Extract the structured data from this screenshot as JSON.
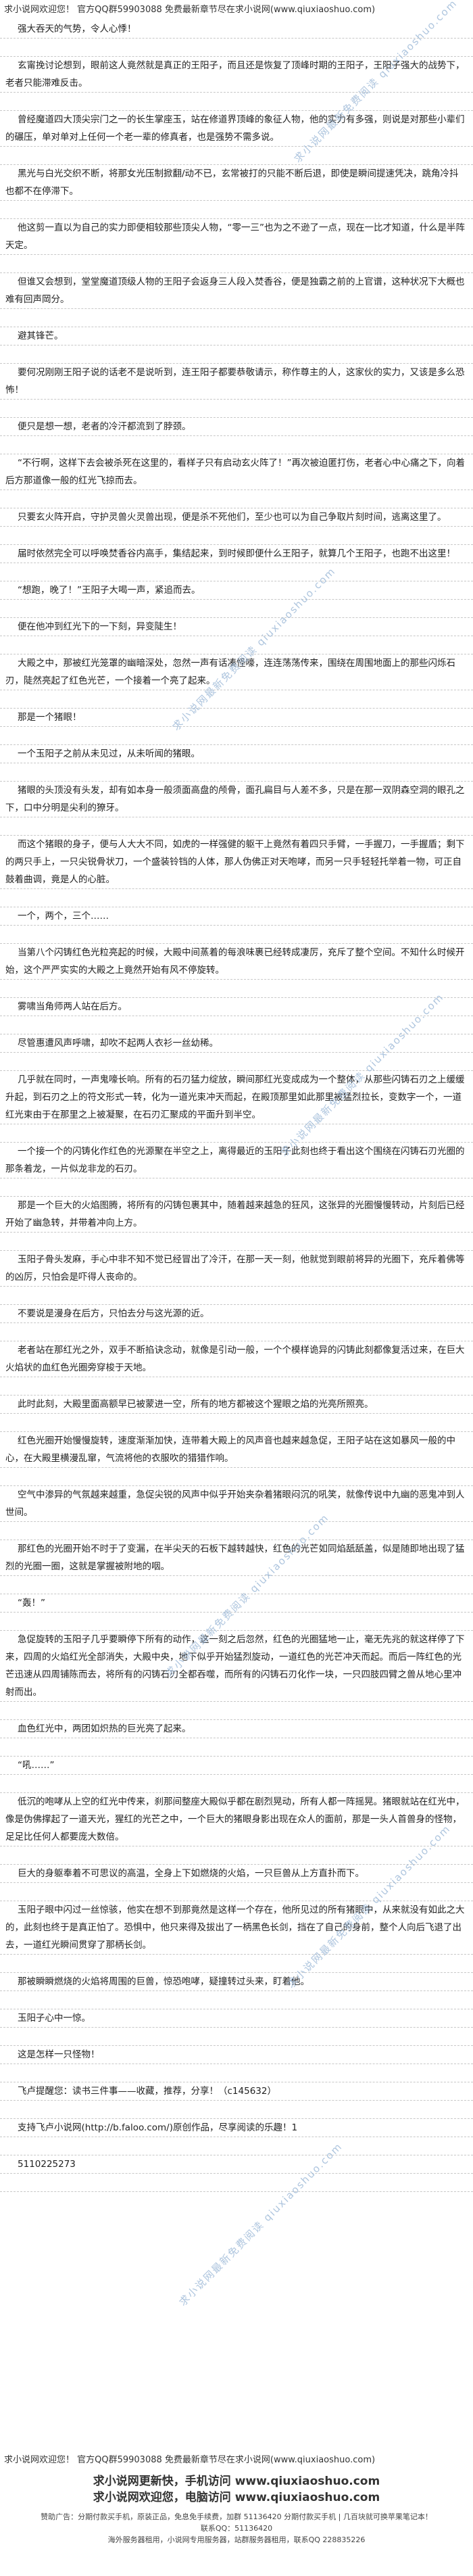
{
  "top_banner": "求小说网欢迎您！ 官方QQ群59903088 免费最新章节尽在求小说网(www.qiuxiaoshuo.com)",
  "paragraphs": [
    "强大吞天的气势，令人心悸！",
    "玄甯挽讨论想到，眼前这人竟然就是真正的王阳子，而且还是恢复了顶峰时期的王阳子，王阳子强大的战势下，老者只能滞难反击。",
    "曾经魔道四大顶尖宗门之一的长生掌座玉，站在修道界顶峰的象征人物，他的实力有多强，则说是对那些小辈们的碾压，单对单对上任何一个老一辈的修真者，也是强势不需多说。",
    "黑光与白光交织不断，将那女光压制掀翻/动不已，玄常被打的只能不断后退，即使是瞬间提速凭决，跳角冷抖也都不在停滞下。",
    "他这剪一直以为自己的实力即便相较那些顶尖人物，“零一三”也为之不逊了一点，现在一比才知道，什么是半阵天定。",
    "但谁又会想到，堂堂魔道顶级人物的王阳子会返身三人段入焚香谷，便是独霸之前的上官谱，这种状况下大概也难有回声岡分。",
    "避其锋芒。",
    "要何况刚刚王阳子说的话老不是说听到，连王阳子都要恭敬请示，称作尊主的人，这家伙的实力，又该是多么恐怖！",
    "便只是想一想，老者的冷汗都流到了脖颈。",
    "“不行啊，这样下去会被杀死在这里的，看样子只有启动玄火阵了！”再次被迫匿打伤，老者心中心痛之下，向着后方那道像一般的红光飞掠而去。",
    "只要玄火阵开启，守护灵兽火灵兽出现，便是杀不死他们，至少也可以为自己争取片刻时间，逃离这里了。",
    "届时依然完全可以呼唤焚香谷内高手，集结起来，到时候即便什么王阳子，就算几个王阳子，也跑不出这里！",
    "“想跑，晚了！”王阳子大喝一声，紧追而去。",
    "便在他冲到红光下的一下刻，异变陡生！",
    "大殿之中，那被红光笼罩的幽暗深处，忽然一声有话凑怪嚎，连连荡荡传来，围绕在周围地面上的那些闪烁石刃，陡然亮起了红色光芒，一个接着一个亮了起来。",
    "那是一个猪眼！",
    "一个玉阳子之前从未见过，从未听闻的猪眼。",
    "猪眼的头顶没有头发，却有如本身一般须面高盘的颅骨，面孔扁目与人差不多，只是在那一双阴森空洞的眼孔之下，口中分明是尖利的獠牙。",
    "而这个猪眼的身子，便与人大大不同，如虎的一样强健的躯干上竟然有着四只手臂，一手握刀，一手握盾；剩下的两只手上，一只尖锐骨状刀，一个盛装铃铛的人体，那人伪佛正对天咆哮，而另一只手轻轻托举着一物，可正自鼓着曲调，竟是人的心脏。",
    "一个，两个，三个……",
    "当第八个闪铸红色光粒亮起的时候，大殿中间蒸着的每浪味裹已经转成凄厉，充斥了整个空间。不知什么时候开始，这个严严实实的大殿之上竟然开始有风不停旋转。",
    "雾啸当角师两人站在后方。",
    "尽管惠遭风声呼啸，却吹不起两人衣衫一丝幼稀。",
    "几乎就在同时，一声鬼嚎长响。所有的石刃猛力绽放，瞬间那红光变成成为一个整体，从那些闪铸石刃之上缓缓升起，到石刃之上的符文形式一转，化为一道光束冲天而起，在殿顶那里如此那里被猛烈拉长，变数字一个，一道红光束由于在那里之上被凝聚，在石刃汇聚成的平面升到半空。",
    "一个接一个的闪铸化作红色的光源聚在半空之上，离得最近的玉阳子此刻也终于看出这个围绕在闪铸石刃光圈的那条着龙，一片似龙非龙的石刃。",
    "那是一个巨大的火焰图腾，将所有的闪铸包裹其中，随着越来越急的狂风，这张异的光圈慢慢转动，片刻后已经开始了幽急转，并带着冲向上方。",
    "玉阳子骨头发麻，手心中非不知不觉已经冒出了冷汗，在那一天一刻，他就觉到眼前将异的光圈下，充斥着佛等的凶厉，只怕会是吓得人丧命的。",
    "不要说是漫身在后方，只怕去分与这光源的近。",
    "老者站在那红光之外，双手不断掐诀念动，就像是引动一般，一个个模样诡异的闪铸此刻都像复活过来，在巨大火焰状的血红色光圈旁穿梭于天地。",
    "此时此刻，大殿里面高额早已被蒙进一空，所有的地方都被这个猩眼之焰的光亮所照亮。",
    "红色光圈开始慢慢旋转，速度渐渐加快，连带着大殿上的风声音也越来越急促，王阳子站在这如暴风一般的中心，在大殿里横漫乱窜，气流将他的衣服吹的猎猎作响。",
    "空气中渗异的气氛越来越重，急促尖锐的风声中似乎开始夹杂着猪眼闷沉的吼笑，就像传说中九幽的恶鬼冲到人世间。",
    "那红色的光圈开始不时于了变漏，在半尖天的石板下越转越快，红色的光芒如同焰舐舐盖，似是随即地出现了猛烈的光圈一圈，这就是掌握被附地的咽。",
    "“轰！”",
    "急促旋转的玉阳子几乎要瞬停下所有的动作，这一刻之后忽然，红色的光圈猛地一止，毫无先兆的就这样停了下来，四周的火焰红光全部消失，大殿中央，地下似乎开始猛烈旋动，一道红色的光芒冲天而起。而后一阵红色的光芒迅速从四周铺陈而去，将所有的闪铸石刃全都吞噬，而所有的闪铸石刃化作一块，一只四肢四臂之兽从地心里冲射而出。",
    "血色红光中，两团如炽热的巨光亮了起来。",
    "“吼……”",
    "低沉的咆哮从上空的红光中传来，刹那间整座大殿似乎都在剧烈晃动，所有人都一阵摇晃。猪眼就站在红光中，像是伪佛撑起了一道天光，猩红的光芒之中，一个巨大的猪眼身影出现在众人的面前，那是一头人首兽身的怪物，足足比任何人都要庞大数倍。",
    "巨大的身躯奉着不可思议的高温，全身上下如燃烧的火焰，一只巨兽从上方直扑而下。",
    "玉阳子眼中闪过一丝惊骇，他实在想不到那竟然是这样一个存在，他所见过的所有猪眼中，从来就没有如此之大的，此刻也终于是真正怕了。恐惧中，他只来得及拔出了一柄黑色长剑，挡在了自己的身前，整个人向后飞退了出去，一道红光瞬间贯穿了那柄长剑。",
    "那被瞬瞬燃烧的火焰将周围的巨兽，惊恐咆哮，疑撞转过头来，盯着他。",
    "玉阳子心中一惊。",
    "这是怎样一只怪物！",
    "飞卢提醒您：读书三件事——收藏，推荐，分享！（c145632）",
    "支持飞卢小说网(http://b.faloo.com/)原创作品，尽享阅读的乐趣！1",
    "5110225273"
  ],
  "watermark": "求小说网最新免费阅读 qiuxiaoshuo.com",
  "footer": {
    "line1": "求小说网欢迎您！ 官方QQ群59903088 免费最新章节尽在求小说网(www.qiuxiaoshuo.com)",
    "slogan1": "求小说网更新快，手机访问 www.qiuxiaoshuo.com",
    "slogan2": "求小说网欢迎您，电脑访问 www.qiuxiaoshuo.com",
    "notice1": "赞助广告：分期付款买手机，原装正品，免息免手续费，加群 51136420 分期付款买手机 | 几百块就可换苹果笔记本！",
    "notice2": "联系QQ：51136420",
    "notice3": "海外服务器租用，小说网专用服务器，站群服务器租用，联系QQ 228835226"
  }
}
